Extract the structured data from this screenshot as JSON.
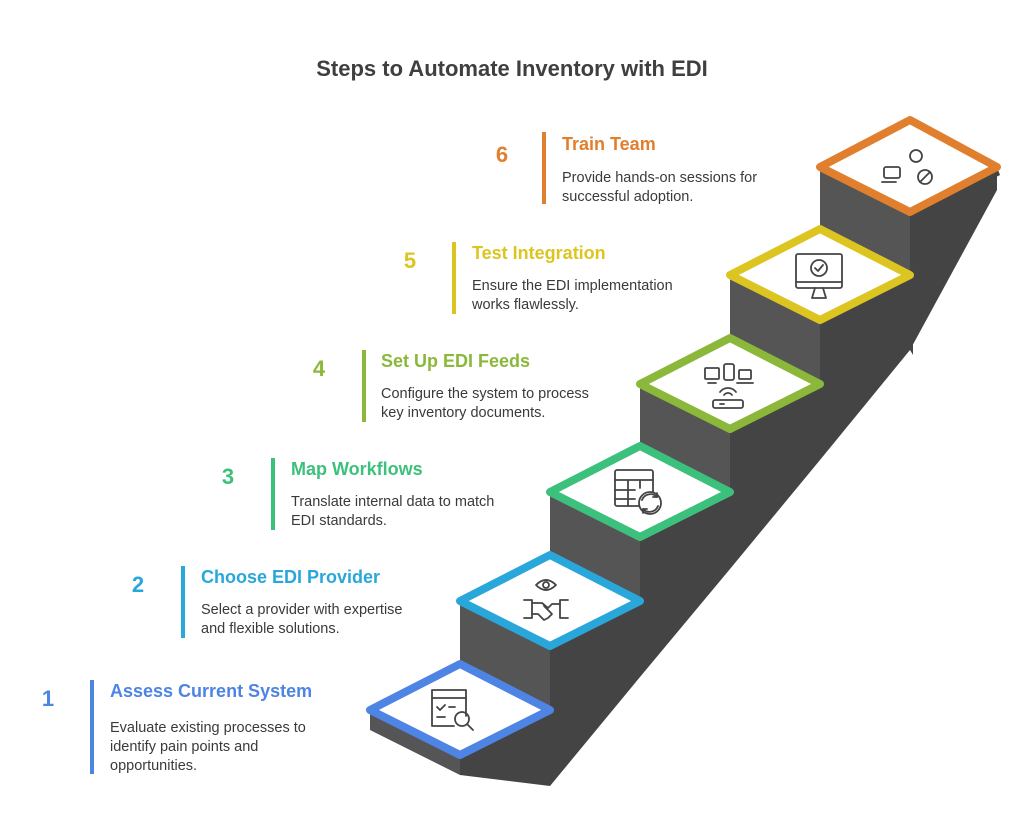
{
  "title": "Steps to Automate Inventory with EDI",
  "steps": [
    {
      "number": "1",
      "heading": "Assess Current System",
      "description": "Evaluate existing processes to identify pain points and opportunities.",
      "color": "#4e84e4",
      "icon": "search-document-icon"
    },
    {
      "number": "2",
      "heading": "Choose EDI Provider",
      "description": "Select a provider with expertise and flexible solutions.",
      "color": "#2aa7da",
      "icon": "handshake-eye-icon"
    },
    {
      "number": "3",
      "heading": "Map Workflows",
      "description": "Translate internal data to match EDI standards.",
      "color": "#3cc17c",
      "icon": "table-sync-icon"
    },
    {
      "number": "4",
      "heading": "Set Up EDI Feeds",
      "description": "Configure the system to process key inventory documents.",
      "color": "#8bb83a",
      "icon": "network-devices-icon"
    },
    {
      "number": "5",
      "heading": "Test Integration",
      "description": "Ensure the EDI implementation works flawlessly.",
      "color": "#dcc520",
      "icon": "monitor-check-icon"
    },
    {
      "number": "6",
      "heading": "Train Team",
      "description": "Provide hands-on sessions for successful adoption.",
      "color": "#e0802e",
      "icon": "user-laptop-icon"
    }
  ]
}
